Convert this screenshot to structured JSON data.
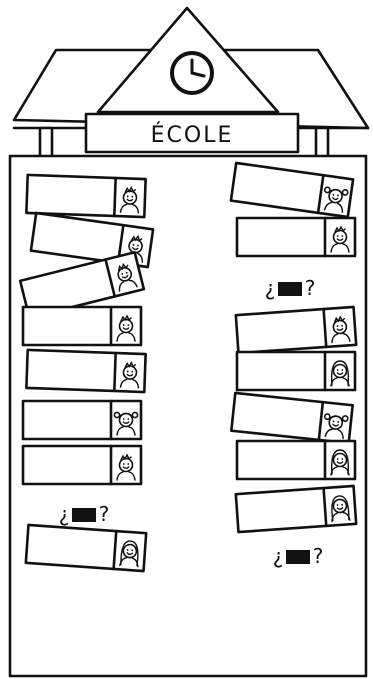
{
  "school": {
    "sign_label": "ÉCOLE",
    "clock_icon": "clock-icon"
  },
  "mystery": {
    "open_mark": "¿",
    "close_mark": "?"
  },
  "columns": {
    "left": [
      {
        "kind": "desk",
        "student": "boy"
      },
      {
        "kind": "desk",
        "student": "boy"
      },
      {
        "kind": "desk",
        "student": "boy"
      },
      {
        "kind": "desk",
        "student": "boy"
      },
      {
        "kind": "desk",
        "student": "boy"
      },
      {
        "kind": "desk",
        "student": "girl"
      },
      {
        "kind": "desk",
        "student": "boy"
      },
      {
        "kind": "unknown"
      },
      {
        "kind": "desk",
        "student": "girl-long-hair"
      }
    ],
    "right": [
      {
        "kind": "desk",
        "student": "girl"
      },
      {
        "kind": "desk",
        "student": "boy"
      },
      {
        "kind": "unknown"
      },
      {
        "kind": "desk",
        "student": "boy"
      },
      {
        "kind": "desk",
        "student": "girl-long-hair"
      },
      {
        "kind": "desk",
        "student": "girl"
      },
      {
        "kind": "desk",
        "student": "girl-long-hair"
      },
      {
        "kind": "desk",
        "student": "girl-long-hair"
      },
      {
        "kind": "unknown"
      }
    ]
  }
}
